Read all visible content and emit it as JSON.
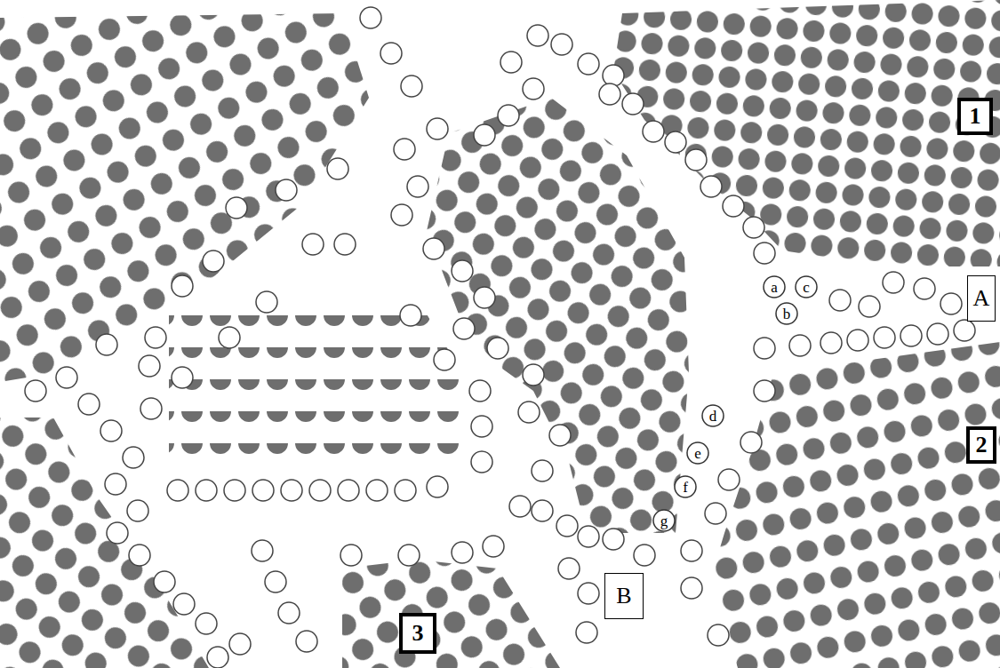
{
  "diagram": {
    "nodes": [
      {
        "text": [
          "1"
        ]
      },
      {
        "text": [
          "a"
        ]
      },
      {
        "text": [
          "c"
        ]
      },
      {
        "text": [
          "A"
        ]
      },
      {
        "text": [
          "b"
        ]
      },
      {
        "text": [
          "d"
        ]
      },
      {
        "text": [
          "2"
        ]
      },
      {
        "text": [
          "e"
        ]
      },
      {
        "text": [
          "f"
        ]
      },
      {
        "text": [
          "g"
        ]
      },
      {
        "text": [
          "B"
        ]
      },
      {
        "text": [
          "3"
        ]
      }
    ]
  }
}
